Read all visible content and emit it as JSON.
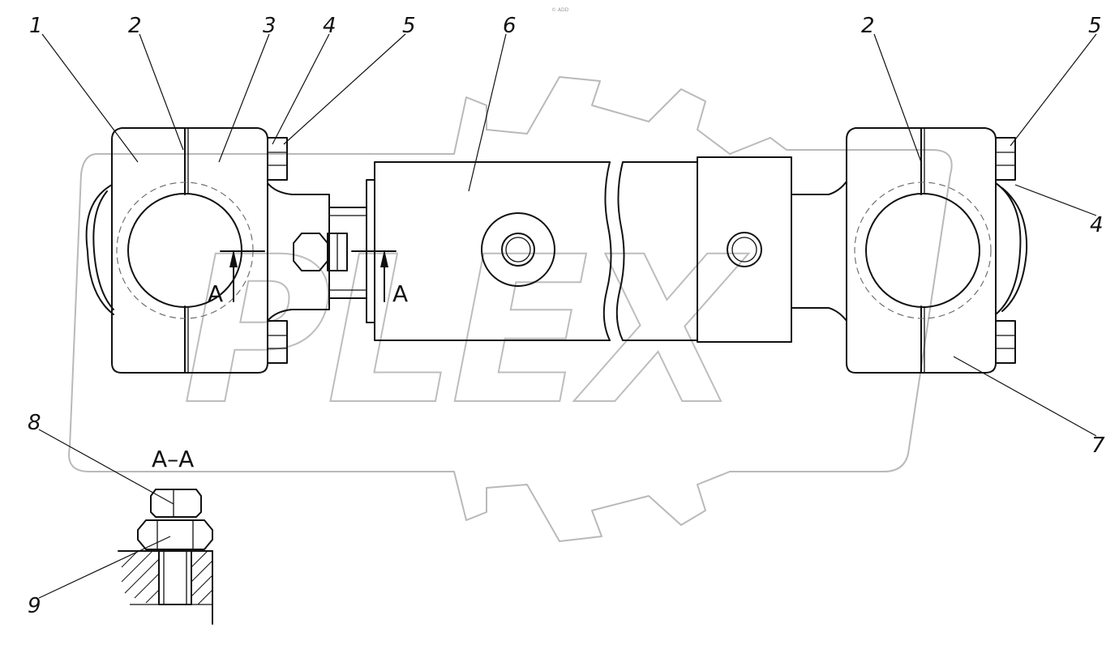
{
  "watermark": {
    "mark": "PLEX",
    "corner_text": "© ADD"
  },
  "callouts": [
    {
      "id": "c1",
      "text": "1"
    },
    {
      "id": "c2a",
      "text": "2"
    },
    {
      "id": "c3",
      "text": "3"
    },
    {
      "id": "c4a",
      "text": "4"
    },
    {
      "id": "c5a",
      "text": "5"
    },
    {
      "id": "c6",
      "text": "6"
    },
    {
      "id": "c2b",
      "text": "2"
    },
    {
      "id": "c5b",
      "text": "5"
    },
    {
      "id": "c4b",
      "text": "4"
    },
    {
      "id": "c7",
      "text": "7"
    },
    {
      "id": "c8",
      "text": "8"
    },
    {
      "id": "c9",
      "text": "9"
    }
  ],
  "section_marks": {
    "left": "A",
    "right": "A",
    "view_title": "A–A"
  }
}
